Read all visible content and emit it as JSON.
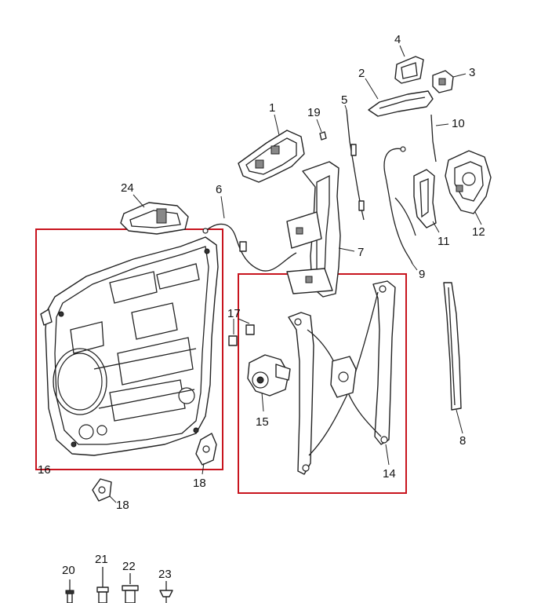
{
  "colors": {
    "highlight_box": "#c8141e",
    "line": "#222222",
    "background": "#ffffff"
  },
  "callouts": {
    "c1": "1",
    "c2": "2",
    "c3": "3",
    "c4": "4",
    "c5": "5",
    "c6": "6",
    "c7": "7",
    "c8": "8",
    "c9": "9",
    "c10": "10",
    "c11": "11",
    "c12": "12",
    "c14": "14",
    "c15": "15",
    "c16": "16",
    "c17": "17",
    "c18a": "18",
    "c18b": "18",
    "c19": "19",
    "c20": "20",
    "c21": "21",
    "c22": "22",
    "c23": "23",
    "c24": "24"
  }
}
